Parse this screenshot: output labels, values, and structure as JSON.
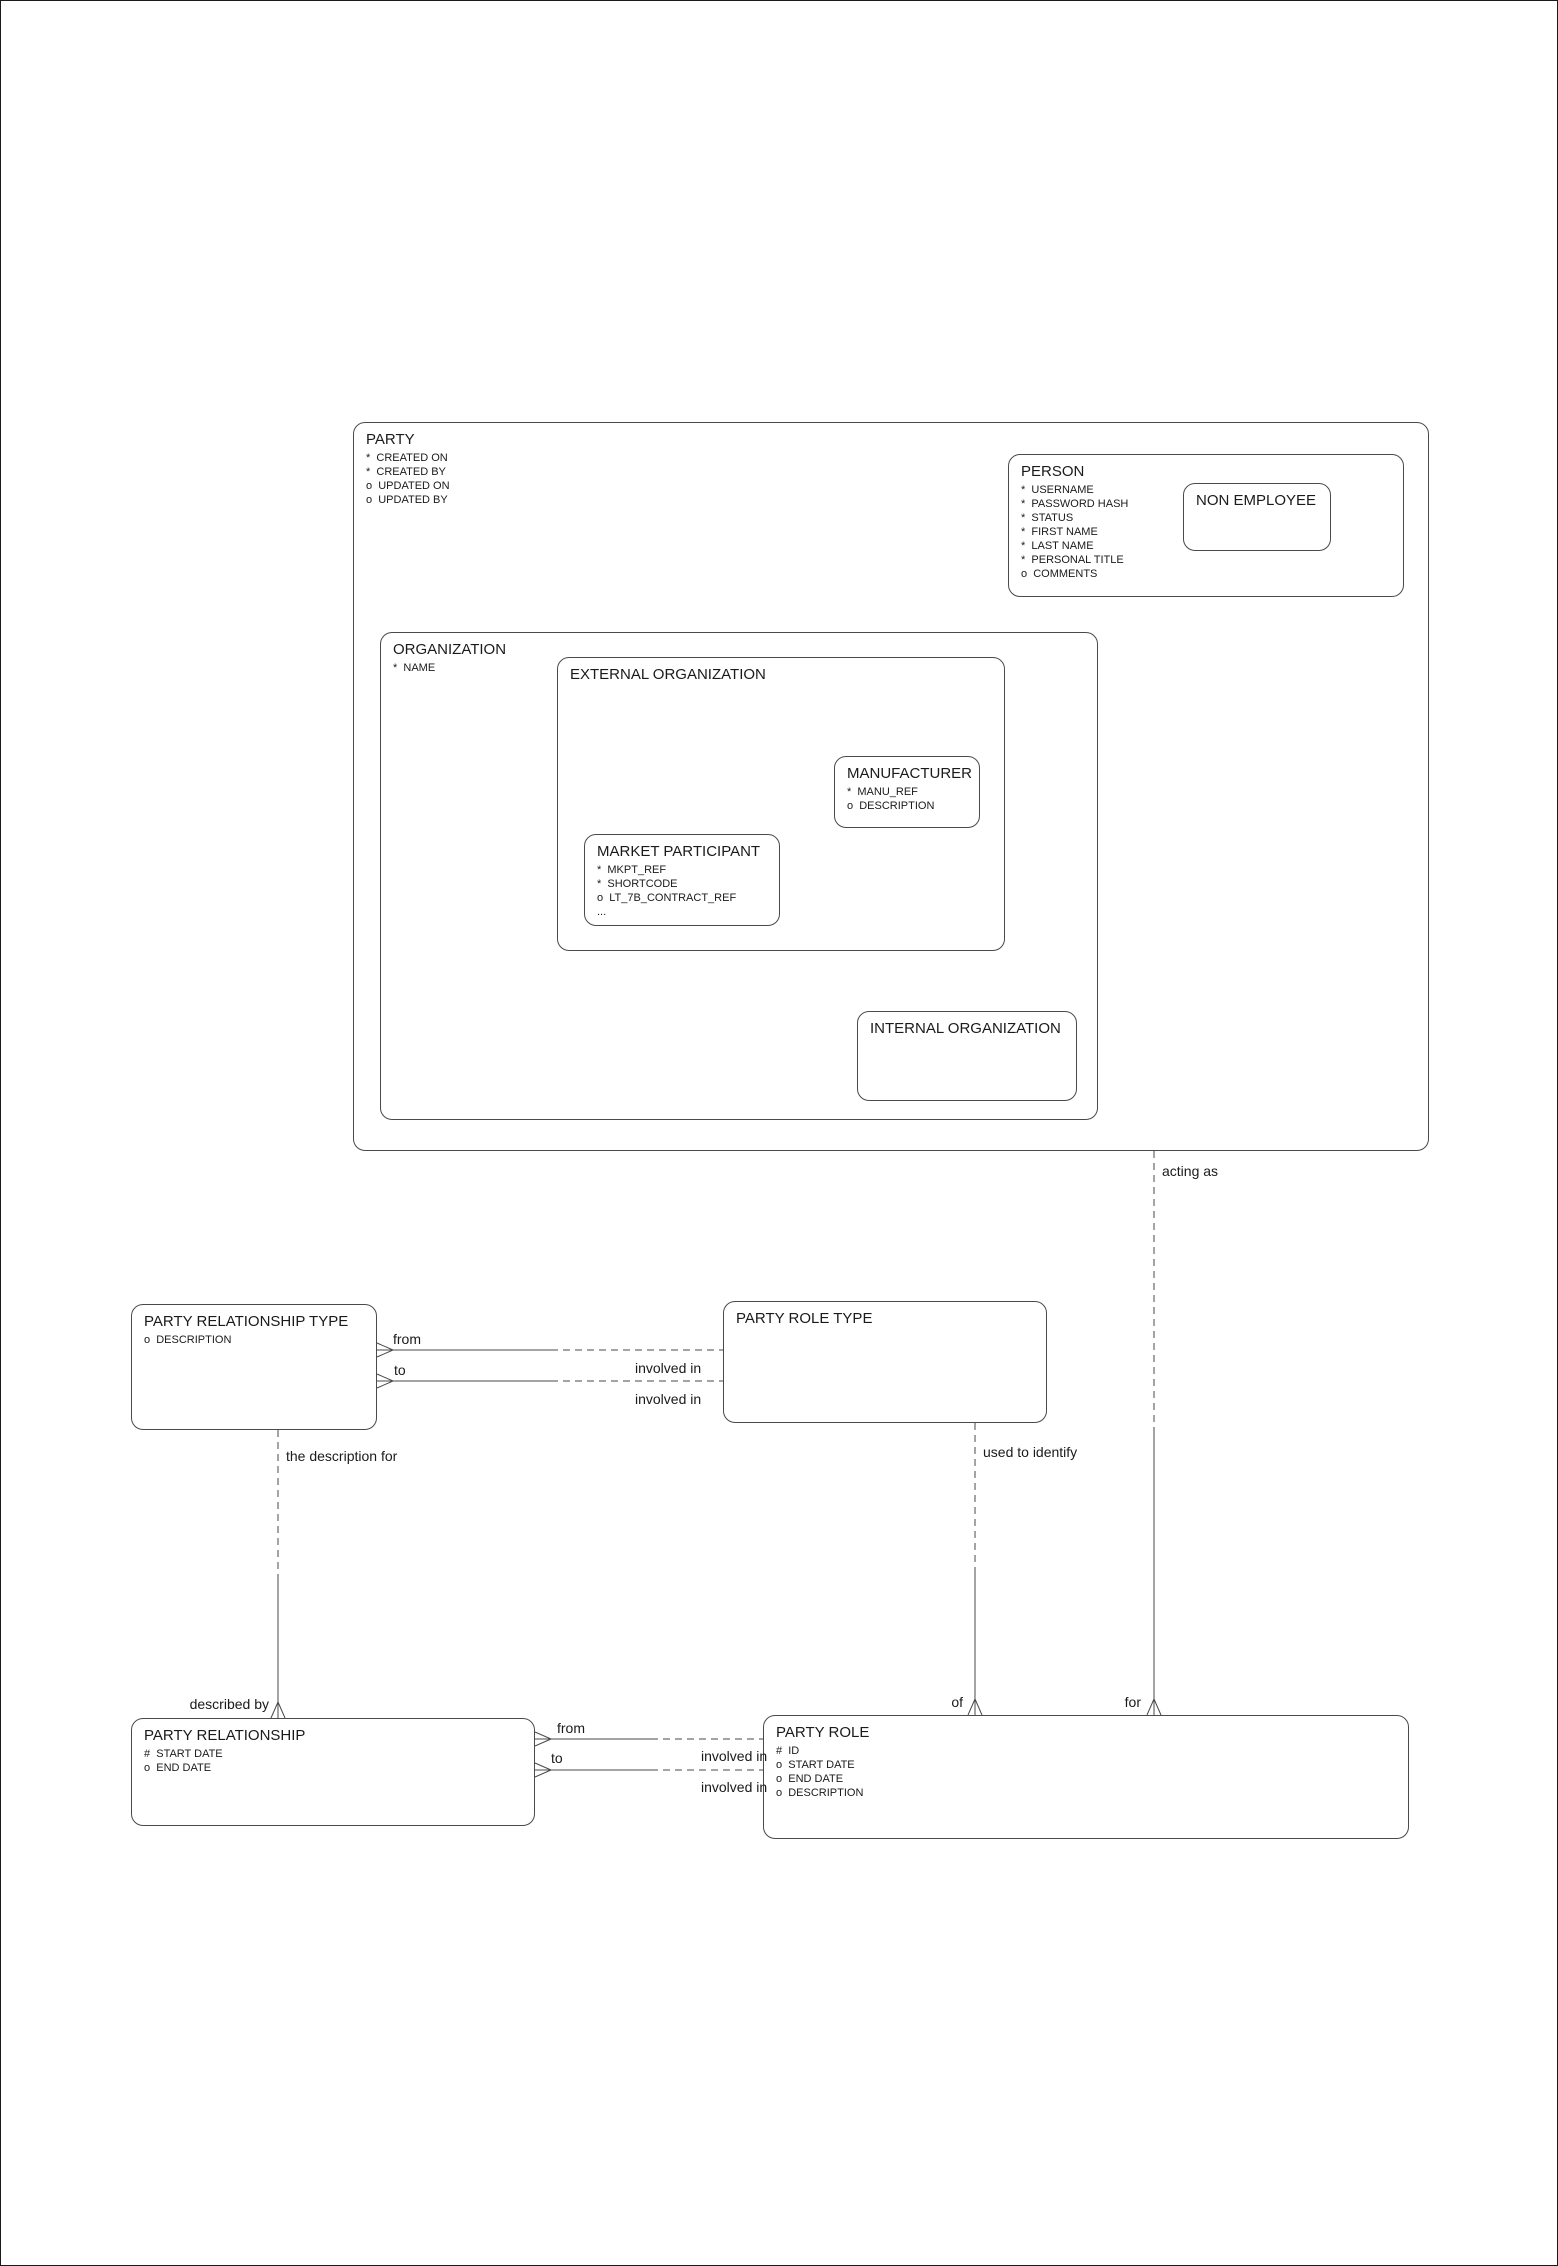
{
  "diagram": {
    "colors": {
      "line": "#4a4a4a",
      "text": "#1a1a1a",
      "background": "#ffffff"
    },
    "entities": {
      "party": {
        "title": "PARTY",
        "attributes": [
          "*  CREATED ON",
          "*  CREATED BY",
          "o  UPDATED ON",
          "o  UPDATED BY"
        ]
      },
      "person": {
        "title": "PERSON",
        "attributes": [
          "*  USERNAME",
          "*  PASSWORD HASH",
          "*  STATUS",
          "*  FIRST NAME",
          "*  LAST NAME",
          "*  PERSONAL TITLE",
          "o  COMMENTS"
        ]
      },
      "non_employee": {
        "title": "NON EMPLOYEE",
        "attributes": []
      },
      "organization": {
        "title": "ORGANIZATION",
        "attributes": [
          "*  NAME"
        ]
      },
      "external_organization": {
        "title": "EXTERNAL ORGANIZATION",
        "attributes": []
      },
      "manufacturer": {
        "title": "MANUFACTURER",
        "attributes": [
          "*  MANU_REF",
          "o  DESCRIPTION"
        ]
      },
      "market_participant": {
        "title": "MARKET PARTICIPANT",
        "attributes": [
          "*  MKPT_REF",
          "*  SHORTCODE",
          "o  LT_7B_CONTRACT_REF",
          "..."
        ]
      },
      "internal_organization": {
        "title": "INTERNAL ORGANIZATION",
        "attributes": []
      },
      "party_relationship_type": {
        "title": "PARTY RELATIONSHIP TYPE",
        "attributes": [
          "o  DESCRIPTION"
        ]
      },
      "party_role_type": {
        "title": "PARTY ROLE TYPE",
        "attributes": []
      },
      "party_relationship": {
        "title": "PARTY RELATIONSHIP",
        "attributes": [
          "#  START DATE",
          "o  END DATE"
        ]
      },
      "party_role": {
        "title": "PARTY ROLE",
        "attributes": [
          "#  ID",
          "o  START DATE",
          "o  END DATE",
          "o  DESCRIPTION"
        ]
      }
    },
    "labels": {
      "acting_as": "acting as",
      "for": "for",
      "type_from": "from",
      "type_to": "to",
      "type_involved_in_1": "involved in",
      "type_involved_in_2": "involved in",
      "the_description_for": "the description for",
      "described_by": "described by",
      "used_to_identify": "used to identify",
      "of": "of",
      "rel_from": "from",
      "rel_to": "to",
      "rel_involved_in_1": "involved in",
      "rel_involved_in_2": "involved in"
    }
  }
}
